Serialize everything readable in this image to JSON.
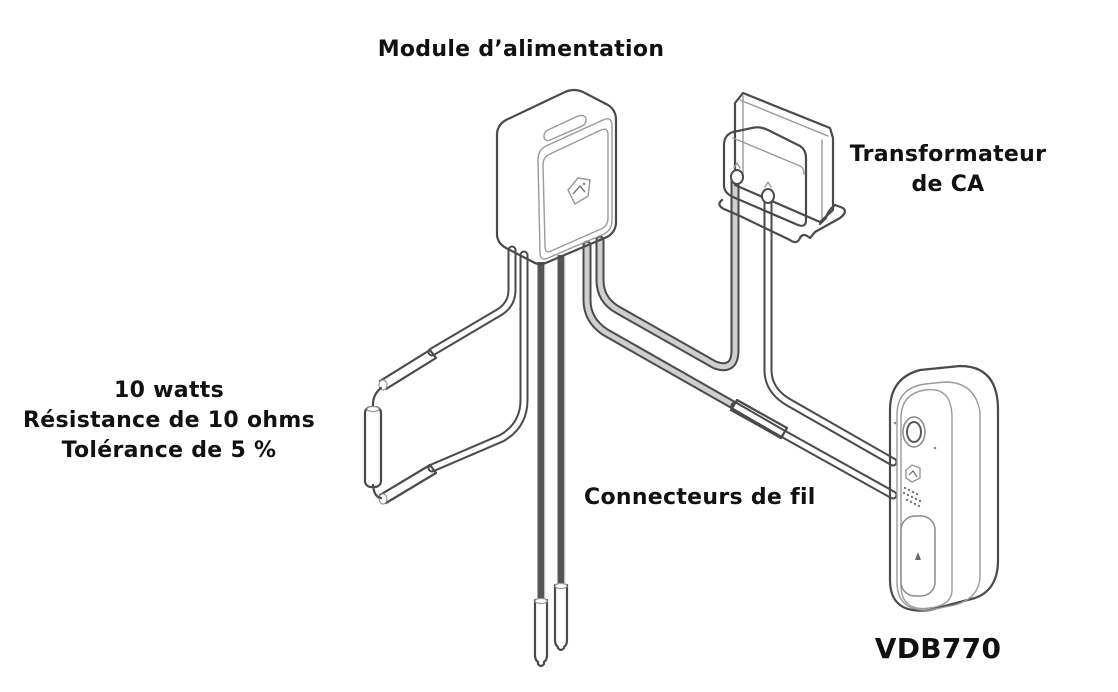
{
  "diagram": {
    "type": "wiring-diagram",
    "labels": {
      "power_module": "Module d’alimentation",
      "transformer": [
        "Transformateur",
        "de CA"
      ],
      "resistor": [
        "10 watts",
        "Résistance de 10 ohms",
        "Tolérance de 5 %"
      ],
      "wire_connectors": "Connecteurs de fil",
      "doorbell_model": "VDB770"
    },
    "components": [
      {
        "name": "power-module",
        "label": "Module d’alimentation"
      },
      {
        "name": "ac-transformer",
        "label": "Transformateur de CA"
      },
      {
        "name": "resistor",
        "label": "10 watts, Résistance de 10 ohms, Tolérance de 5 %"
      },
      {
        "name": "wire-connectors",
        "label": "Connecteurs de fil"
      },
      {
        "name": "video-doorbell",
        "label": "VDB770"
      }
    ],
    "colors": {
      "outline": "#4a4a4a",
      "light_outline": "#9a9a9a",
      "gray_wire_fill": "#cfcfcf",
      "dark_wire": "#555555",
      "background": "#ffffff",
      "text": "#111111"
    }
  }
}
